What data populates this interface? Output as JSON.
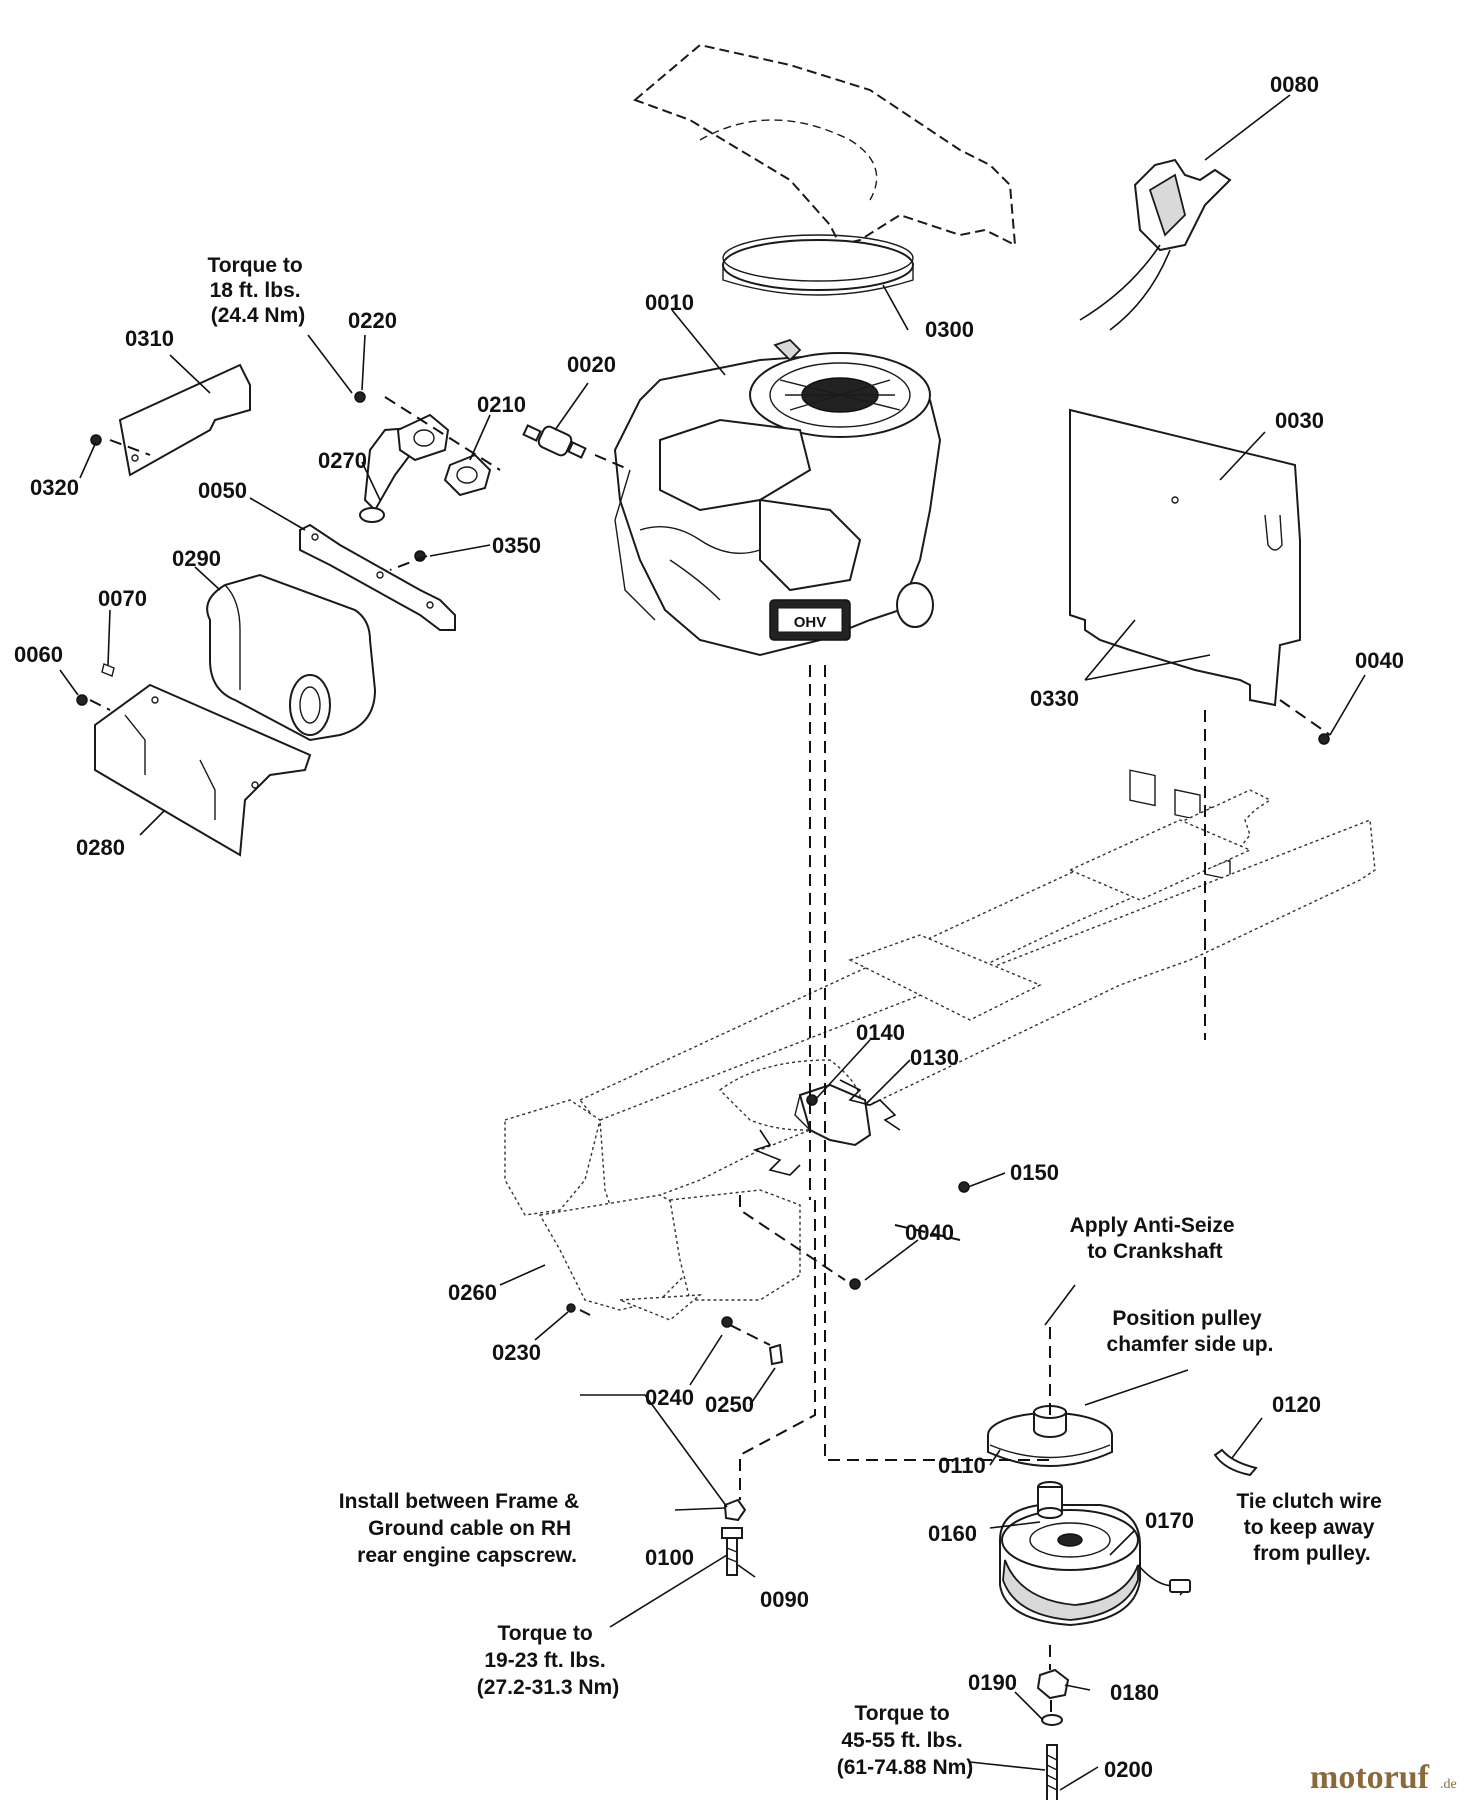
{
  "parts": {
    "p0010": "0010",
    "p0020": "0020",
    "p0030": "0030",
    "p0040a": "0040",
    "p0040b": "0040",
    "p0050": "0050",
    "p0060": "0060",
    "p0070": "0070",
    "p0080": "0080",
    "p0090": "0090",
    "p0100": "0100",
    "p0110": "0110",
    "p0120": "0120",
    "p0130": "0130",
    "p0140": "0140",
    "p0150": "0150",
    "p0160": "0160",
    "p0170": "0170",
    "p0180": "0180",
    "p0190": "0190",
    "p0200": "0200",
    "p0210": "0210",
    "p0220": "0220",
    "p0230": "0230",
    "p0240": "0240",
    "p0250": "0250",
    "p0260": "0260",
    "p0270": "0270",
    "p0280": "0280",
    "p0290": "0290",
    "p0300": "0300",
    "p0310": "0310",
    "p0320": "0320",
    "p0330": "0330",
    "p0350": "0350"
  },
  "notes": {
    "torque_exhaust": [
      "Torque to",
      "18 ft. lbs.",
      "(24.4 Nm)"
    ],
    "anti_seize": [
      "Apply Anti-Seize",
      "to Crankshaft"
    ],
    "pulley": [
      "Position pulley",
      "chamfer side up."
    ],
    "clutch_wire": [
      "Tie clutch wire",
      "to keep away",
      "from pulley."
    ],
    "ground_cable": [
      "Install between Frame &",
      "Ground cable on RH",
      "rear engine capscrew."
    ],
    "torque_engine": [
      "Torque to",
      "19-23 ft. lbs.",
      "(27.2-31.3 Nm)"
    ],
    "torque_clutch": [
      "Torque to",
      "45-55 ft. lbs.",
      "(61-74.88 Nm)"
    ]
  },
  "engine_badge": "OHV",
  "watermark": {
    "brand": "motoruf",
    "suffix": ".de"
  }
}
